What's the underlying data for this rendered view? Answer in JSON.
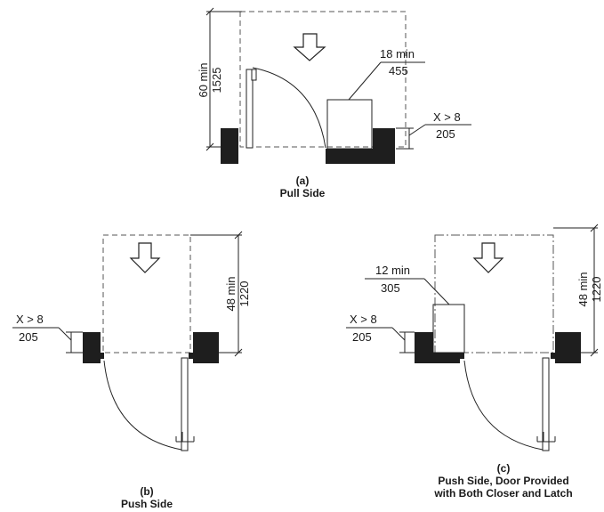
{
  "diagrams": {
    "a": {
      "caption_letter": "(a)",
      "caption_title": "Pull Side",
      "depth_label": "60 min",
      "depth_metric": "1525",
      "latch_label": "18 min",
      "latch_metric": "455",
      "x_label": "X > 8",
      "x_metric": "205"
    },
    "b": {
      "caption_letter": "(b)",
      "caption_title": "Push Side",
      "depth_label": "48 min",
      "depth_metric": "1220",
      "x_label": "X > 8",
      "x_metric": "205"
    },
    "c": {
      "caption_letter": "(c)",
      "caption_line1": "Push Side, Door Provided",
      "caption_line2": "with Both Closer and Latch",
      "depth_label": "48 min",
      "depth_metric": "1220",
      "latch_label": "12 min",
      "latch_metric": "305",
      "x_label": "X > 8",
      "x_metric": "205"
    }
  }
}
